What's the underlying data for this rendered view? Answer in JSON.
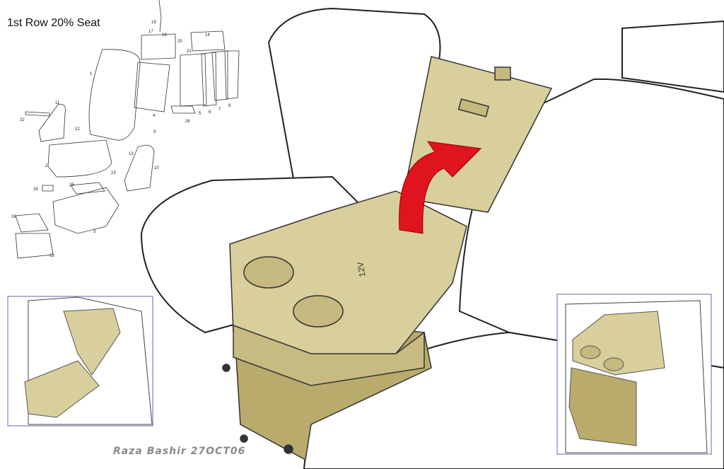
{
  "title": "1st Row 20% Seat",
  "signature": "Raza Bashir  27OCT06",
  "console_label": "12V",
  "part_labels": [
    "19",
    "17",
    "18",
    "20",
    "14",
    "21",
    "1",
    "4",
    "5",
    "6",
    "7",
    "8",
    "26",
    "11",
    "22",
    "12",
    "9",
    "13",
    "10",
    "2",
    "23",
    "25",
    "24",
    "16",
    "3",
    "15"
  ],
  "colors": {
    "console": "#d9cf9c",
    "console_shade": "#b9ab6c",
    "arrow": "#e0141e",
    "inset_border": "#6b63a8",
    "line": "#222222"
  }
}
